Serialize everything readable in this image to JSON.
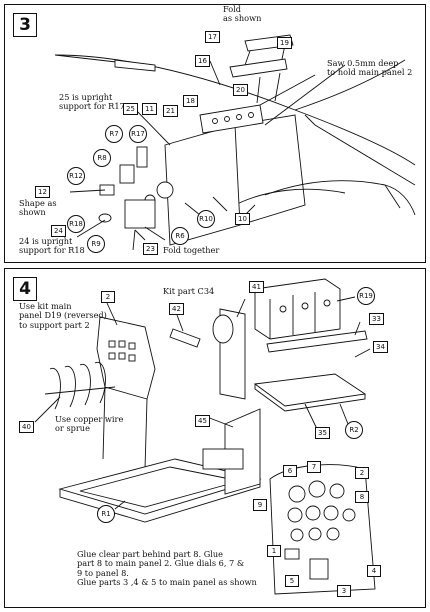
{
  "step3": {
    "number": "3",
    "notes": {
      "fold_as_shown": "Fold\nas shown",
      "saw": "Saw 0.5mm deep\nto hold main panel 2",
      "r17_support": "25 is upright\nsupport for R17",
      "shape": "Shape as\nshown",
      "r18_support": "24 is upright\nsupport for R18",
      "fold_together": "Fold together"
    },
    "parts": [
      "17",
      "19",
      "16",
      "20",
      "21",
      "11",
      "25",
      "18",
      "R7",
      "R17",
      "R8",
      "R12",
      "12",
      "R18",
      "24",
      "R9",
      "23",
      "R6",
      "R10",
      "10"
    ]
  },
  "step4": {
    "number": "4",
    "notes": {
      "use_kit": "Use kit main\npanel D19 (reversed)\nto support part 2",
      "kit_part": "Kit part C34",
      "copper": "Use copper wire\nor sprue",
      "glue": "Glue clear part behind part 8. Glue\npart 8 to main panel 2. Glue dials 6, 7 &\n9 to panel 8.\nGlue parts 3 ,4 & 5 to main panel as shown"
    },
    "parts": [
      "2",
      "41",
      "R19",
      "42",
      "33",
      "34",
      "40",
      "45",
      "35",
      "R2",
      "R1",
      "6",
      "7",
      "2",
      "8",
      "9",
      "1",
      "5",
      "4",
      "3"
    ]
  }
}
